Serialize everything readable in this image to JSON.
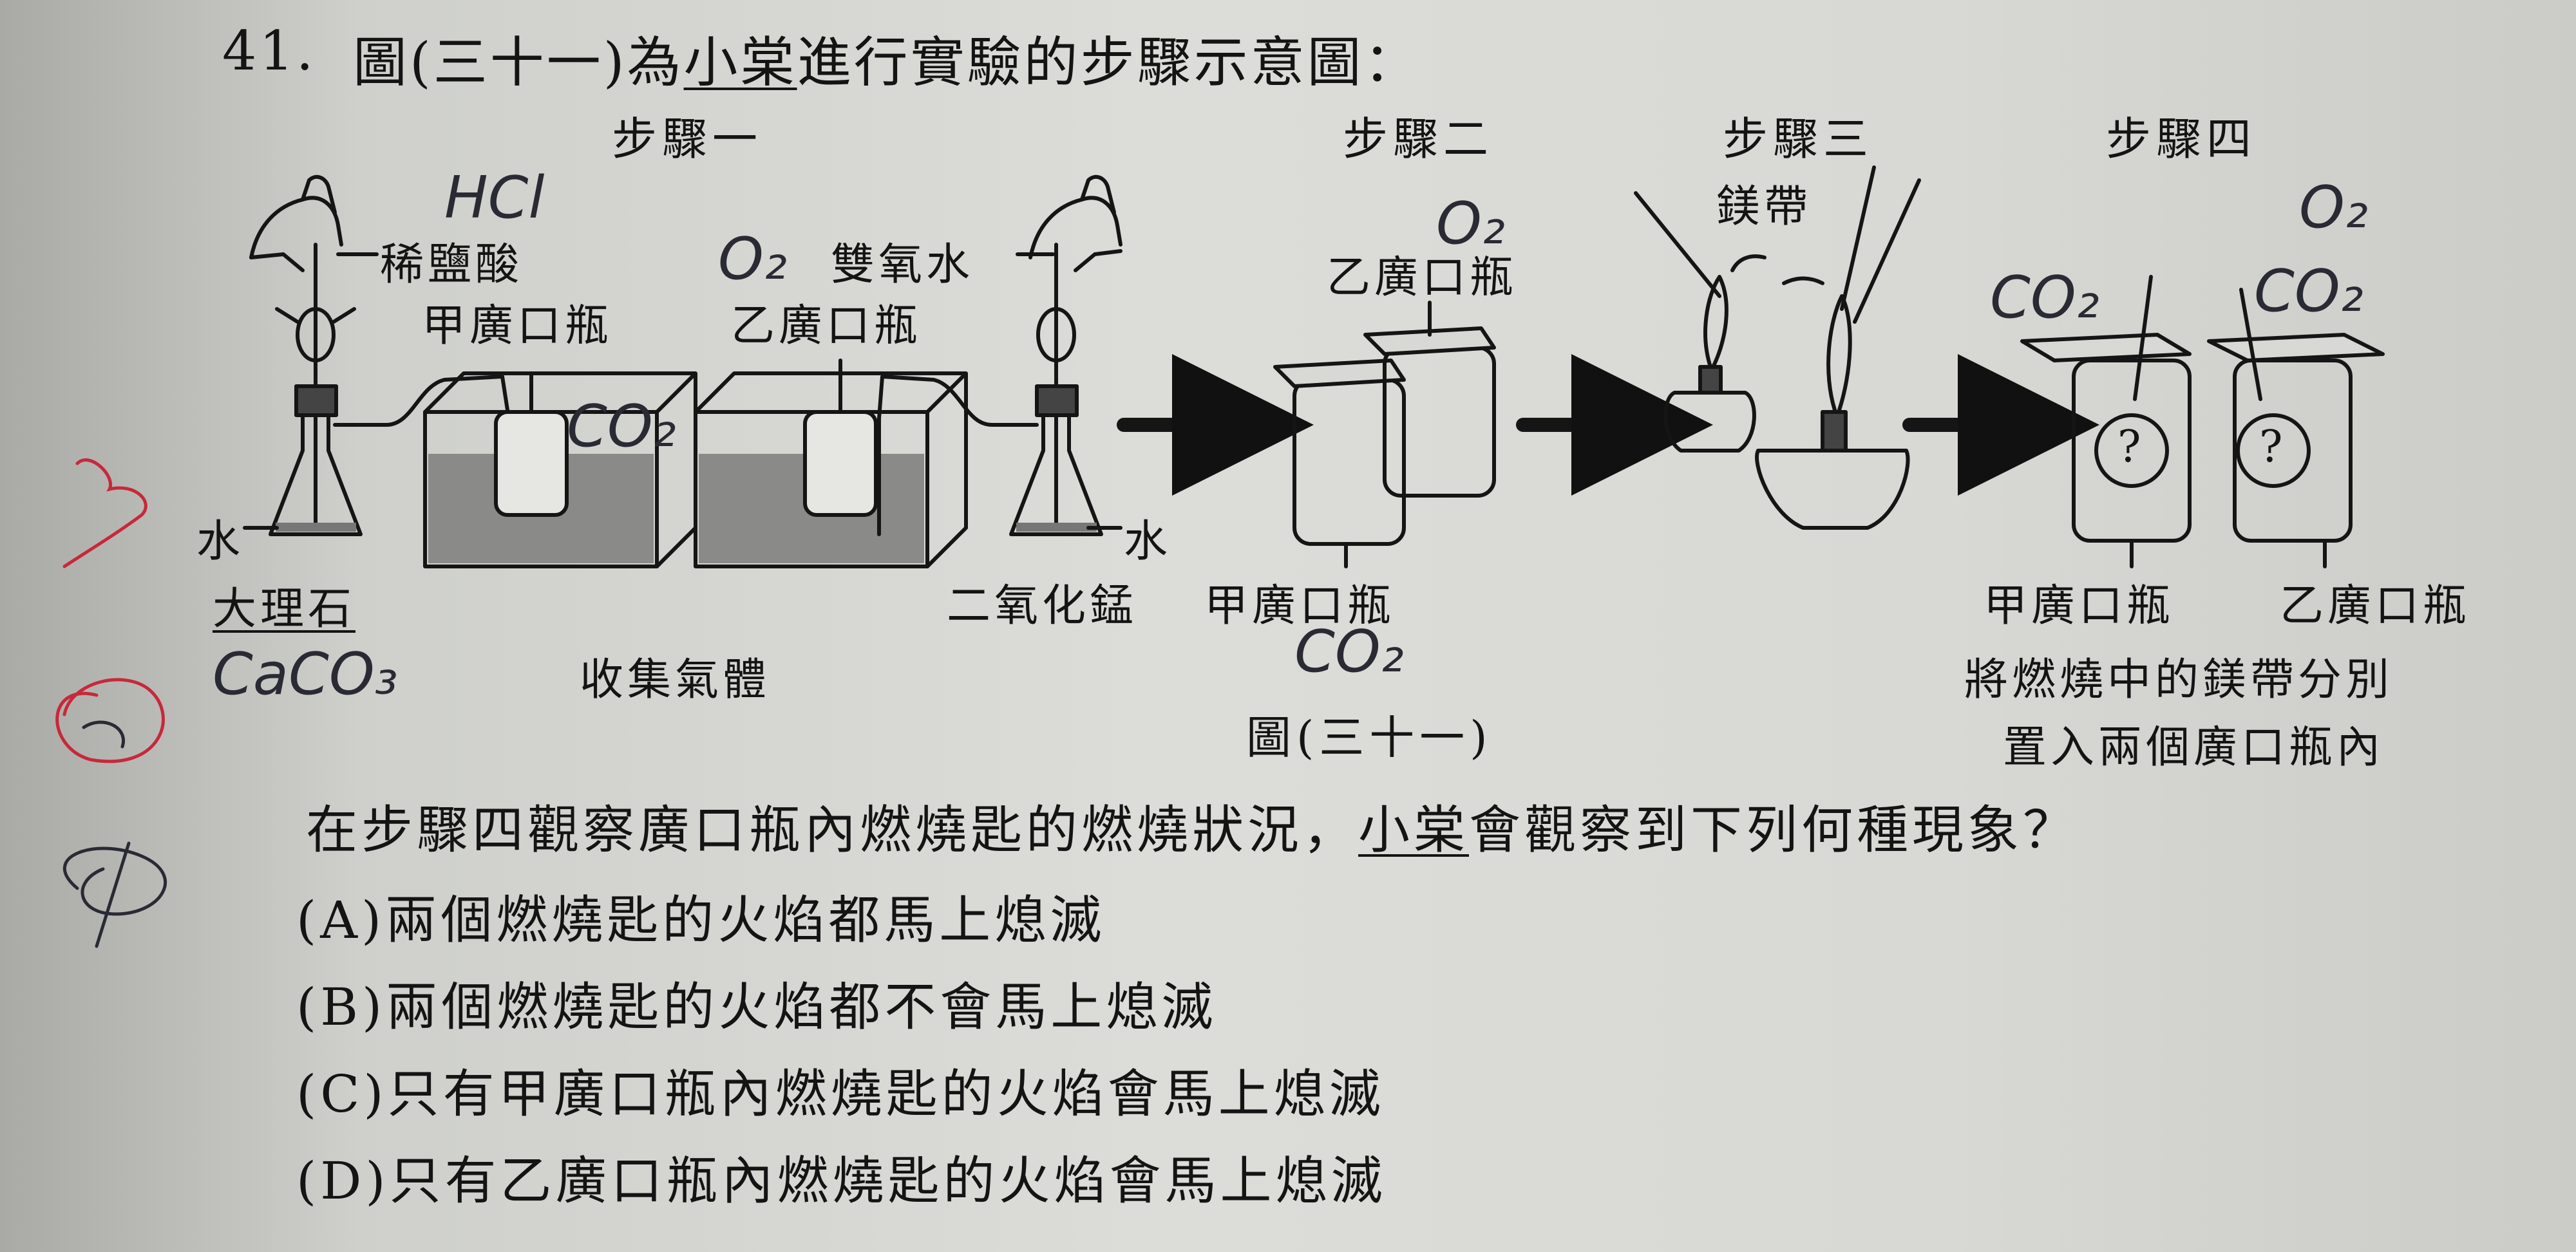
{
  "question": {
    "number": "41.",
    "title_pre": "圖(三十一)為",
    "title_name": "小棠",
    "title_post": "進行實驗的步驟示意圖："
  },
  "steps": {
    "step1": "步驟一",
    "step2": "步驟二",
    "step3": "步驟三",
    "step4": "步驟四"
  },
  "labels": {
    "dilute_hcl": "稀鹽酸",
    "h2o2": "雙氧水",
    "jar_jia": "甲廣口瓶",
    "jar_yi": "乙廣口瓶",
    "water_left": "水",
    "water_right": "水",
    "marble": "大理石",
    "mno2": "二氧化錳",
    "collect_gas": "收集氣體",
    "step2_jar_yi": "乙廣口瓶",
    "step2_jar_jia": "甲廣口瓶",
    "mg_ribbon": "鎂帶",
    "step4_jar_jia": "甲廣口瓶",
    "step4_jar_yi": "乙廣口瓶",
    "step4_note_line1": "將燃燒中的鎂帶分別",
    "step4_note_line2": "置入兩個廣口瓶內",
    "figure_caption": "圖(三十一)",
    "question_mark": "?"
  },
  "handwriting": {
    "hcl": "HCl",
    "o2_a": "O₂",
    "co2_a": "CO₂",
    "caco3": "CaCO₃",
    "o2_b": "O₂",
    "co2_b": "CO₂",
    "co2_c": "CO₂",
    "o2_c": "O₂",
    "co2_d": "CO₂"
  },
  "question_text": {
    "pre": "在步驟四觀察廣口瓶內燃燒匙的燃燒狀況，",
    "name": "小棠",
    "post": "會觀察到下列何種現象？"
  },
  "options": [
    {
      "key": "A",
      "text": "(A)兩個燃燒匙的火焰都馬上熄滅"
    },
    {
      "key": "B",
      "text": "(B)兩個燃燒匙的火焰都不會馬上熄滅"
    },
    {
      "key": "C",
      "text": "(C)只有甲廣口瓶內燃燒匙的火焰會馬上熄滅"
    },
    {
      "key": "D",
      "text": "(D)只有乙廣口瓶內燃燒匙的火焰會馬上熄滅"
    }
  ],
  "colors": {
    "ink": "#141414",
    "pencil": "#2a2a35",
    "red_pen": "#c8283a",
    "water_fill": "#8a8b88"
  }
}
